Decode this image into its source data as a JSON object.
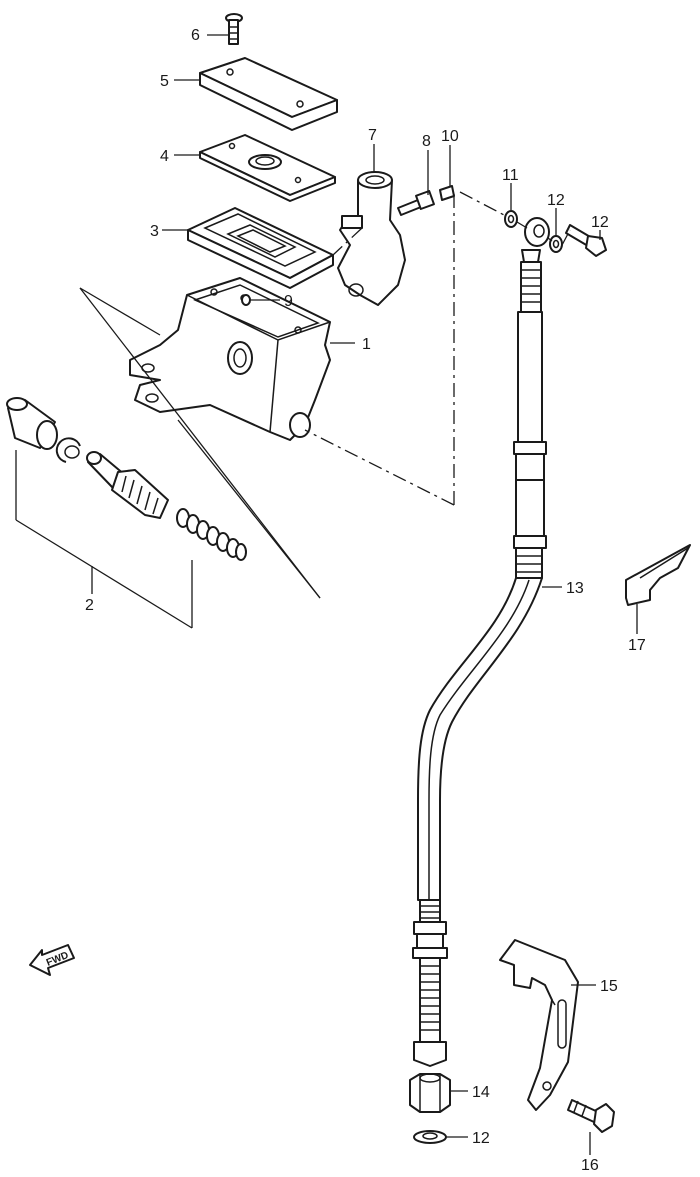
{
  "diagram": {
    "callouts": [
      "1",
      "2",
      "3",
      "4",
      "5",
      "6",
      "7",
      "8",
      "9",
      "10",
      "11",
      "12",
      "12",
      "12",
      "13",
      "14",
      "15",
      "16",
      "17"
    ],
    "fwd_label": "FWD"
  }
}
